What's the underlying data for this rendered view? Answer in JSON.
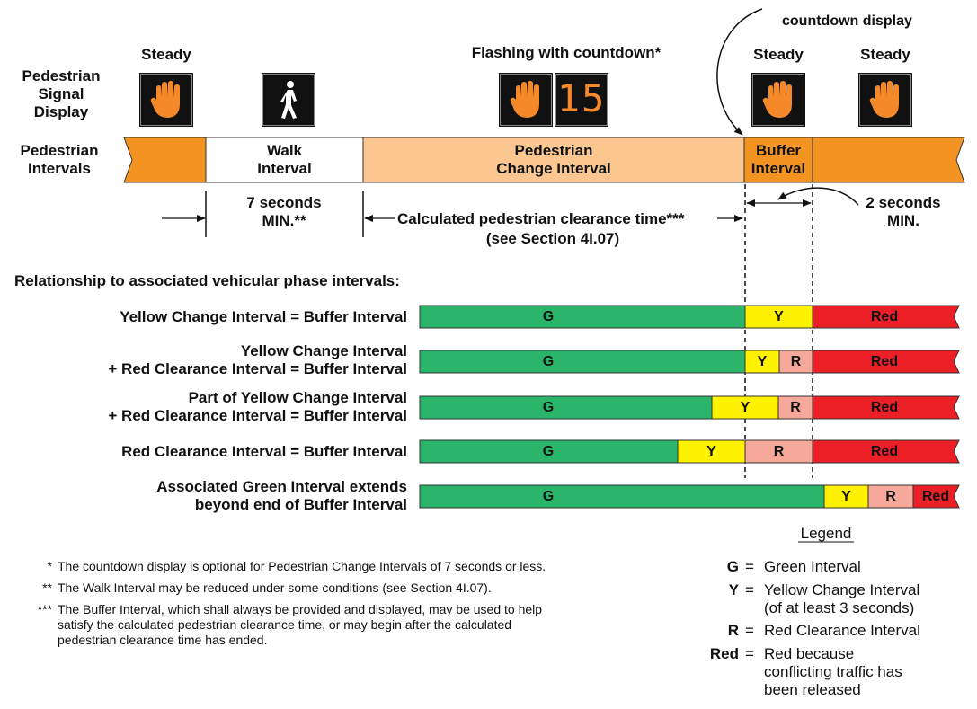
{
  "top_label": "countdown display",
  "row_labels": {
    "signal_display": "Pedestrian\nSignal\nDisplay",
    "ped_intervals": "Pedestrian\nIntervals"
  },
  "signal_headers": {
    "steady_1": "Steady",
    "flashing": "Flashing with countdown*",
    "steady_2": "Steady",
    "steady_3": "Steady"
  },
  "countdown_digits": "15",
  "ped_segments": {
    "walk": "Walk\nInterval",
    "change": "Pedestrian\nChange Interval",
    "buffer": "Buffer\nInterval"
  },
  "timing": {
    "walk_min": "7 seconds\nMIN.**",
    "clearance": "Calculated pedestrian clearance time***",
    "clearance_ref": "(see Section 4I.07)",
    "buffer_min": "2 seconds\nMIN."
  },
  "relationship_heading": "Relationship to associated vehicular phase intervals:",
  "phase_rows": [
    {
      "label": "Yellow Change Interval = Buffer Interval",
      "segments": [
        {
          "code": "G",
          "kind": "g"
        },
        {
          "code": "Y",
          "kind": "y"
        },
        {
          "code": "Red",
          "kind": "red"
        }
      ]
    },
    {
      "label": "Yellow Change Interval\n+ Red Clearance Interval = Buffer Interval",
      "segments": [
        {
          "code": "G",
          "kind": "g"
        },
        {
          "code": "Y",
          "kind": "y"
        },
        {
          "code": "R",
          "kind": "r"
        },
        {
          "code": "Red",
          "kind": "red"
        }
      ]
    },
    {
      "label": "Part of Yellow Change Interval\n+ Red Clearance Interval = Buffer Interval",
      "segments": [
        {
          "code": "G",
          "kind": "g"
        },
        {
          "code": "Y",
          "kind": "y"
        },
        {
          "code": "R",
          "kind": "r"
        },
        {
          "code": "Red",
          "kind": "red"
        }
      ]
    },
    {
      "label": "Red Clearance Interval = Buffer Interval",
      "segments": [
        {
          "code": "G",
          "kind": "g"
        },
        {
          "code": "Y",
          "kind": "y"
        },
        {
          "code": "R",
          "kind": "r"
        },
        {
          "code": "Red",
          "kind": "red"
        }
      ]
    },
    {
      "label": "Associated Green Interval extends\nbeyond end of Buffer Interval",
      "segments": [
        {
          "code": "G",
          "kind": "g"
        },
        {
          "code": "Y",
          "kind": "y"
        },
        {
          "code": "R",
          "kind": "r"
        },
        {
          "code": "Red",
          "kind": "red"
        }
      ]
    }
  ],
  "footnotes": [
    {
      "mark": "*",
      "text": "The countdown display is optional for Pedestrian Change Intervals of 7 seconds or less."
    },
    {
      "mark": "**",
      "text": "The Walk Interval may be reduced under some conditions (see Section 4I.07)."
    },
    {
      "mark": "***",
      "text": "The Buffer Interval, which shall always be provided and displayed, may be used to help\nsatisfy the calculated pedestrian clearance time, or may begin after the calculated\npedestrian clearance time has ended."
    }
  ],
  "legend": {
    "title": "Legend",
    "items": [
      {
        "key": "G",
        "text": "Green Interval"
      },
      {
        "key": "Y",
        "text": "Yellow Change Interval\n(of at least 3 seconds)"
      },
      {
        "key": "R",
        "text": "Red Clearance Interval"
      },
      {
        "key": "Red",
        "text": "Red because\nconflicting traffic has\nbeen released"
      }
    ]
  },
  "colors": {
    "orange": "#F39321",
    "light_orange": "#FBC690",
    "green": "#2BB56B",
    "yellow": "#FFF200",
    "pink": "#F6A99A",
    "red": "#EC1F27",
    "signal_orange": "#F5892A"
  }
}
